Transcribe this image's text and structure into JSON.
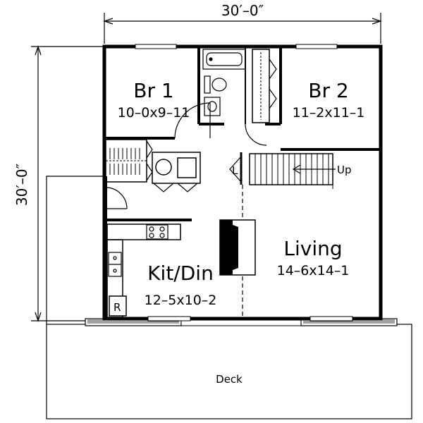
{
  "dimensions": {
    "width": "30′–0″",
    "depth": "30′–0″"
  },
  "rooms": [
    {
      "name": "Br 1",
      "size": "10–0x9–11"
    },
    {
      "name": "Br 2",
      "size": "11–2x11–1"
    },
    {
      "name": "Kit/Din",
      "size": "12–5x10–2"
    },
    {
      "name": "Living",
      "size": "14–6x14–1"
    }
  ],
  "labels": {
    "deck": "Deck",
    "stairs_up": "Up",
    "linen": "L",
    "refrigerator": "R"
  }
}
